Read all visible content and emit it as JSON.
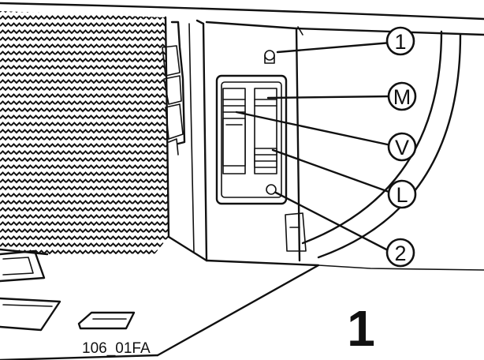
{
  "figure": {
    "reference_label": "106_01FA",
    "figure_number": "1"
  },
  "callouts": [
    {
      "id": "c1",
      "label": "1"
    },
    {
      "id": "cM",
      "label": "M"
    },
    {
      "id": "cV",
      "label": "V"
    },
    {
      "id": "cL",
      "label": "L"
    },
    {
      "id": "c2",
      "label": "2"
    }
  ],
  "colors": {
    "ink": "#111111",
    "paper": "#ffffff"
  }
}
